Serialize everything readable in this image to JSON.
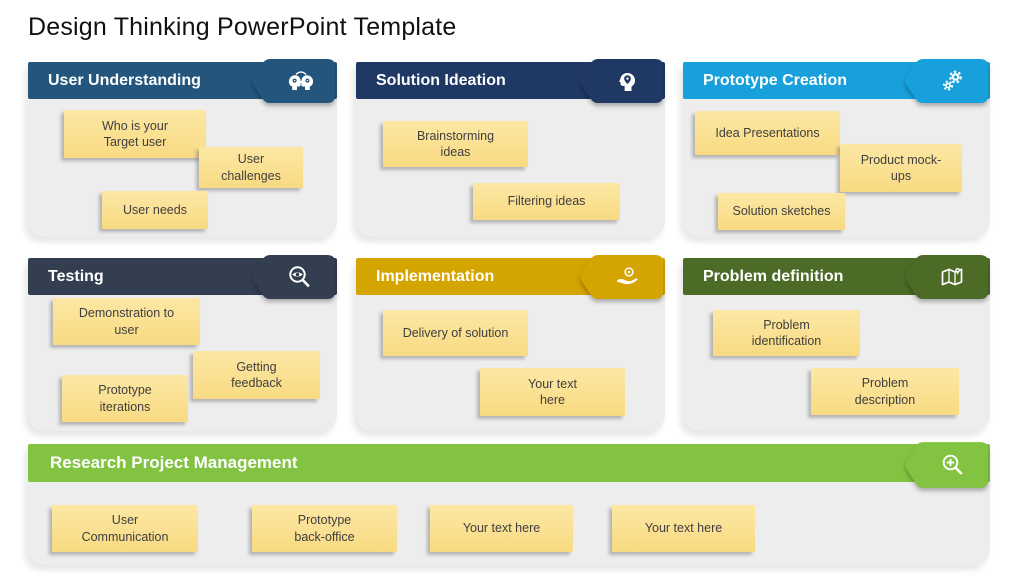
{
  "title": "Design Thinking PowerPoint Template",
  "colors": {
    "background": "#FFFFFF",
    "title_text": "#111111",
    "panel_body": "#EDEDED",
    "note_top": "#FCE7A4",
    "note_bottom": "#F8DA82",
    "note_text": "#3F3F3F"
  },
  "panels": [
    {
      "label": "User Understanding",
      "header_color": "#24567D",
      "icon": "two-heads-gears-icon",
      "notes": [
        "Who is your\nTarget user",
        "User\nchallenges",
        "User needs"
      ]
    },
    {
      "label": "Solution Ideation",
      "header_color": "#203864",
      "icon": "head-idea-icon",
      "notes": [
        "Brainstorming\nideas",
        "Filtering ideas"
      ]
    },
    {
      "label": "Prototype Creation",
      "header_color": "#18A0DC",
      "icon": "gears-icon",
      "notes": [
        "Idea Presentations",
        "Product mock-\nups",
        "Solution sketches"
      ]
    },
    {
      "label": "Testing",
      "header_color": "#333F50",
      "icon": "eye-magnifier-icon",
      "notes": [
        "Demonstration to\nuser",
        "Getting\nfeedback",
        "Prototype\niterations"
      ]
    },
    {
      "label": "Implementation",
      "header_color": "#D4A400",
      "icon": "hand-coin-icon",
      "notes": [
        "Delivery of solution",
        "Your text\nhere"
      ]
    },
    {
      "label": "Problem definition",
      "header_color": "#4C6B27",
      "icon": "map-pin-icon",
      "notes": [
        "Problem\nidentification",
        "Problem\ndescription"
      ]
    }
  ],
  "footer": {
    "label": "Research Project Management",
    "header_color": "#82C341",
    "icon": "zoom-in-icon",
    "notes": [
      "User\nCommunication",
      "Prototype\nback-office",
      "Your text here",
      "Your text here"
    ]
  }
}
